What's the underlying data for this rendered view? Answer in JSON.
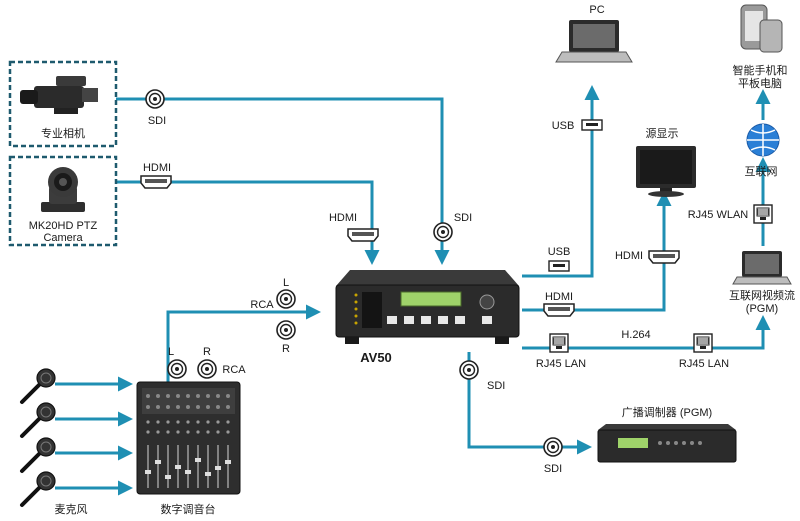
{
  "colors": {
    "line": "#1f8fb3",
    "device": "#2b2b2b",
    "lcd": "#9fd36a",
    "accent": "#2a7fd6",
    "dash": "#1e5a6e"
  },
  "devices": {
    "pro_camera": "专业相机",
    "ptz_camera_line1": "MK20HD PTZ",
    "ptz_camera_line2": "Camera",
    "encoder": "AV50",
    "mixer": "数字调音台",
    "microphones": "麦克风",
    "pc": "PC",
    "monitor": "源显示",
    "mobile_line1": "智能手机和",
    "mobile_line2": "平板电脑",
    "internet": "互联网",
    "stream_line1": "互联网视频流",
    "stream_line2": "(PGM)",
    "modulator": "广播调制器 (PGM)"
  },
  "ports": {
    "sdi_cam": "SDI",
    "hdmi_cam": "HDMI",
    "hdmi_in": "HDMI",
    "sdi_in": "SDI",
    "rca_in": "RCA",
    "l_in": "L",
    "r_in": "R",
    "mixer_l": "L",
    "mixer_r": "R",
    "mixer_rca": "RCA",
    "usb_out": "USB",
    "usb_pc": "USB",
    "hdmi_out": "HDMI",
    "hdmi_monitor": "HDMI",
    "h264": "H.264",
    "rj45_lan_1": "RJ45 LAN",
    "rj45_lan_2": "RJ45 LAN",
    "rj45_wlan": "RJ45 WLAN",
    "sdi_out": "SDI",
    "sdi_mod": "SDI"
  }
}
